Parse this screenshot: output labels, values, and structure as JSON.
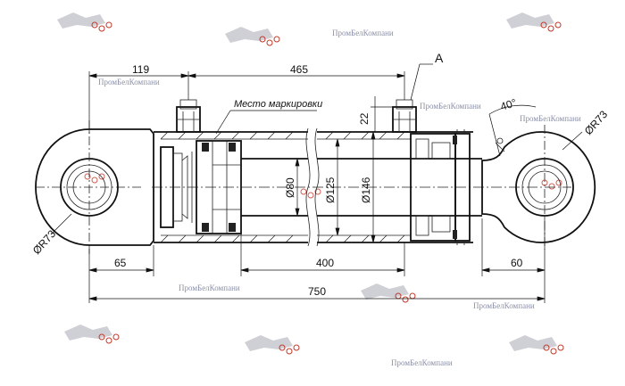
{
  "dimensions": {
    "d119": "119",
    "d465": "465",
    "d22": "22",
    "d80": "Ø80",
    "d125": "Ø125",
    "d146": "Ø146",
    "d65": "65",
    "d400": "400",
    "d750": "750",
    "d60": "60",
    "angle40": "40°",
    "r73_left": "ØR73",
    "r73_right": "ØR73"
  },
  "labels": {
    "view_a": "A",
    "marking_place": "Место маркировки"
  },
  "watermarks": {
    "text": "ПромБелКомпани"
  },
  "colors": {
    "line": "#111111",
    "watermark_text": "#8a8fa8",
    "watermark_logo": "#c0392b"
  }
}
